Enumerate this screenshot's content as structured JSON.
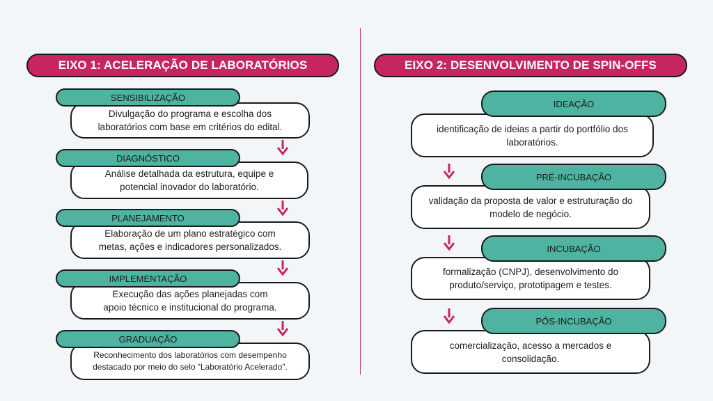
{
  "axis1": {
    "title": "EIXO 1: ACELERAÇÃO DE LABORATÓRIOS",
    "steps": [
      {
        "label": "SENSIBILIZAÇÃO",
        "lines": [
          "Divulgação do programa e escolha dos",
          "laboratórios com base em critérios do edital."
        ]
      },
      {
        "label": "DIAGNÓSTICO",
        "lines": [
          "Análise detalhada da estrutura, equipe e",
          "potencial inovador do laboratório."
        ]
      },
      {
        "label": "PLANEJAMENTO",
        "lines": [
          "Elaboração de um plano estratégico com",
          "metas, ações e indicadores personalizados."
        ]
      },
      {
        "label": "IMPLEMENTAÇÃO",
        "lines": [
          "Execução das ações planejadas com",
          "apoio técnico e institucional do programa."
        ]
      },
      {
        "label": "GRADUAÇÃO",
        "lines": [
          "Reconhecimento dos laboratórios com desempenho",
          "destacado por meio do selo “Laboratório Acelerado\"."
        ]
      }
    ]
  },
  "axis2": {
    "title": "EIXO 2: DESENVOLVIMENTO DE SPIN-OFFS",
    "steps": [
      {
        "label": "IDEAÇÃO",
        "lines": [
          "identificação de ideias a partir do portfólio dos",
          "laboratórios."
        ]
      },
      {
        "label": "PRÉ-INCUBAÇÃO",
        "lines": [
          "validação da proposta de valor e estruturação do",
          "modelo de negócio."
        ]
      },
      {
        "label": "INCUBAÇÃO",
        "lines": [
          "formalização (CNPJ), desenvolvimento do",
          "produto/serviço, prototipagem e testes."
        ]
      },
      {
        "label": "PÓS-INCUBAÇÃO",
        "lines": [
          "comercialização, acesso a mercados e",
          "consolidação."
        ]
      }
    ]
  },
  "colors": {
    "accent": "#c6255f",
    "stage": "#4fb3a1",
    "arrow": "#c6255f",
    "outline": "#1a1a1a"
  }
}
